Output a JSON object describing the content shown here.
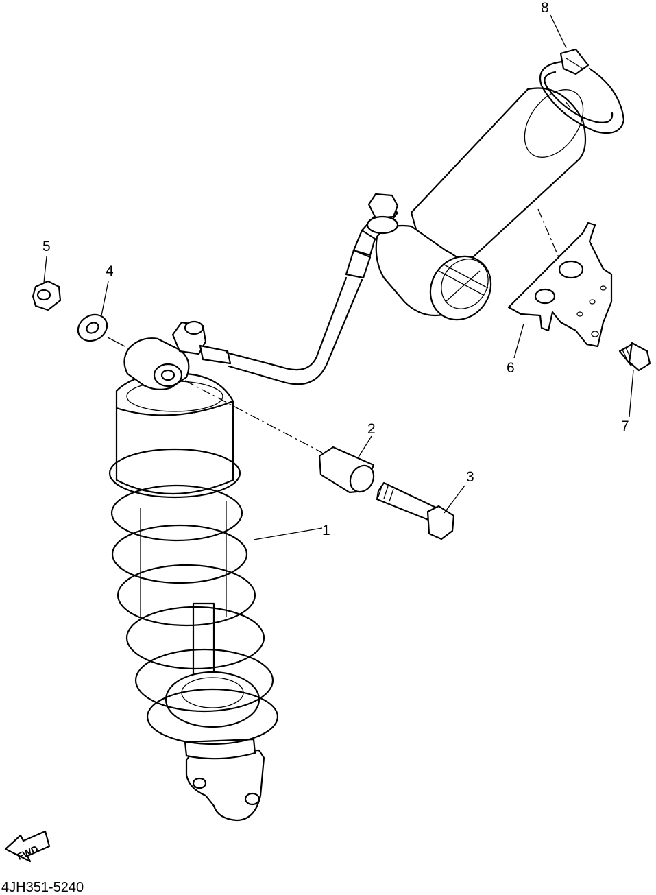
{
  "diagram": {
    "code": "4JH351-5240",
    "fwd_label": "FWD",
    "callouts": [
      "1",
      "2",
      "3",
      "4",
      "5",
      "6",
      "7",
      "8"
    ]
  }
}
